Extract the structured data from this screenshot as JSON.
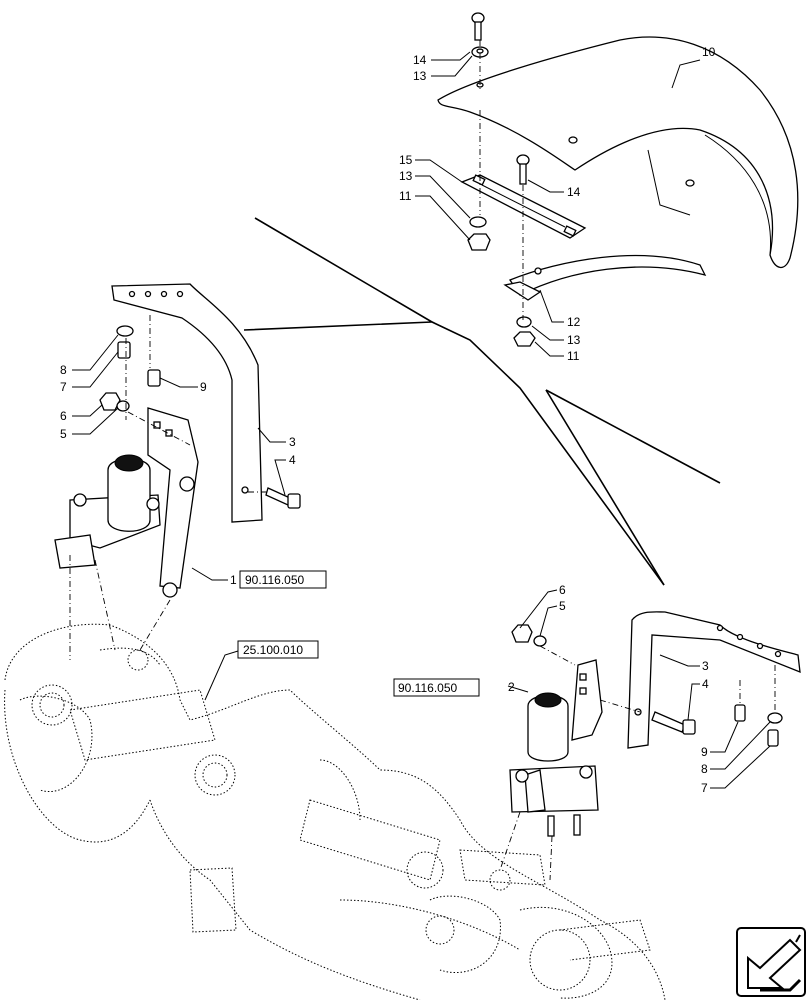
{
  "callouts": {
    "c1": "1",
    "c2": "2",
    "c3a": "3",
    "c3b": "3",
    "c4a": "4",
    "c4b": "4",
    "c5a": "5",
    "c5b": "5",
    "c6a": "6",
    "c6b": "6",
    "c7a": "7",
    "c7b": "7",
    "c8a": "8",
    "c8b": "8",
    "c9a": "9",
    "c9b": "9",
    "c10": "10",
    "c11a": "11",
    "c11b": "11",
    "c12": "12",
    "c13a": "13",
    "c13b": "13",
    "c13c": "13",
    "c14a": "14",
    "c14b": "14",
    "c15": "15"
  },
  "references": {
    "ref_left": "90.116.050",
    "ref_axle": "25.100.010",
    "ref_right": "90.116.050"
  },
  "icons": {
    "corner": "arrow-down-left-icon"
  }
}
